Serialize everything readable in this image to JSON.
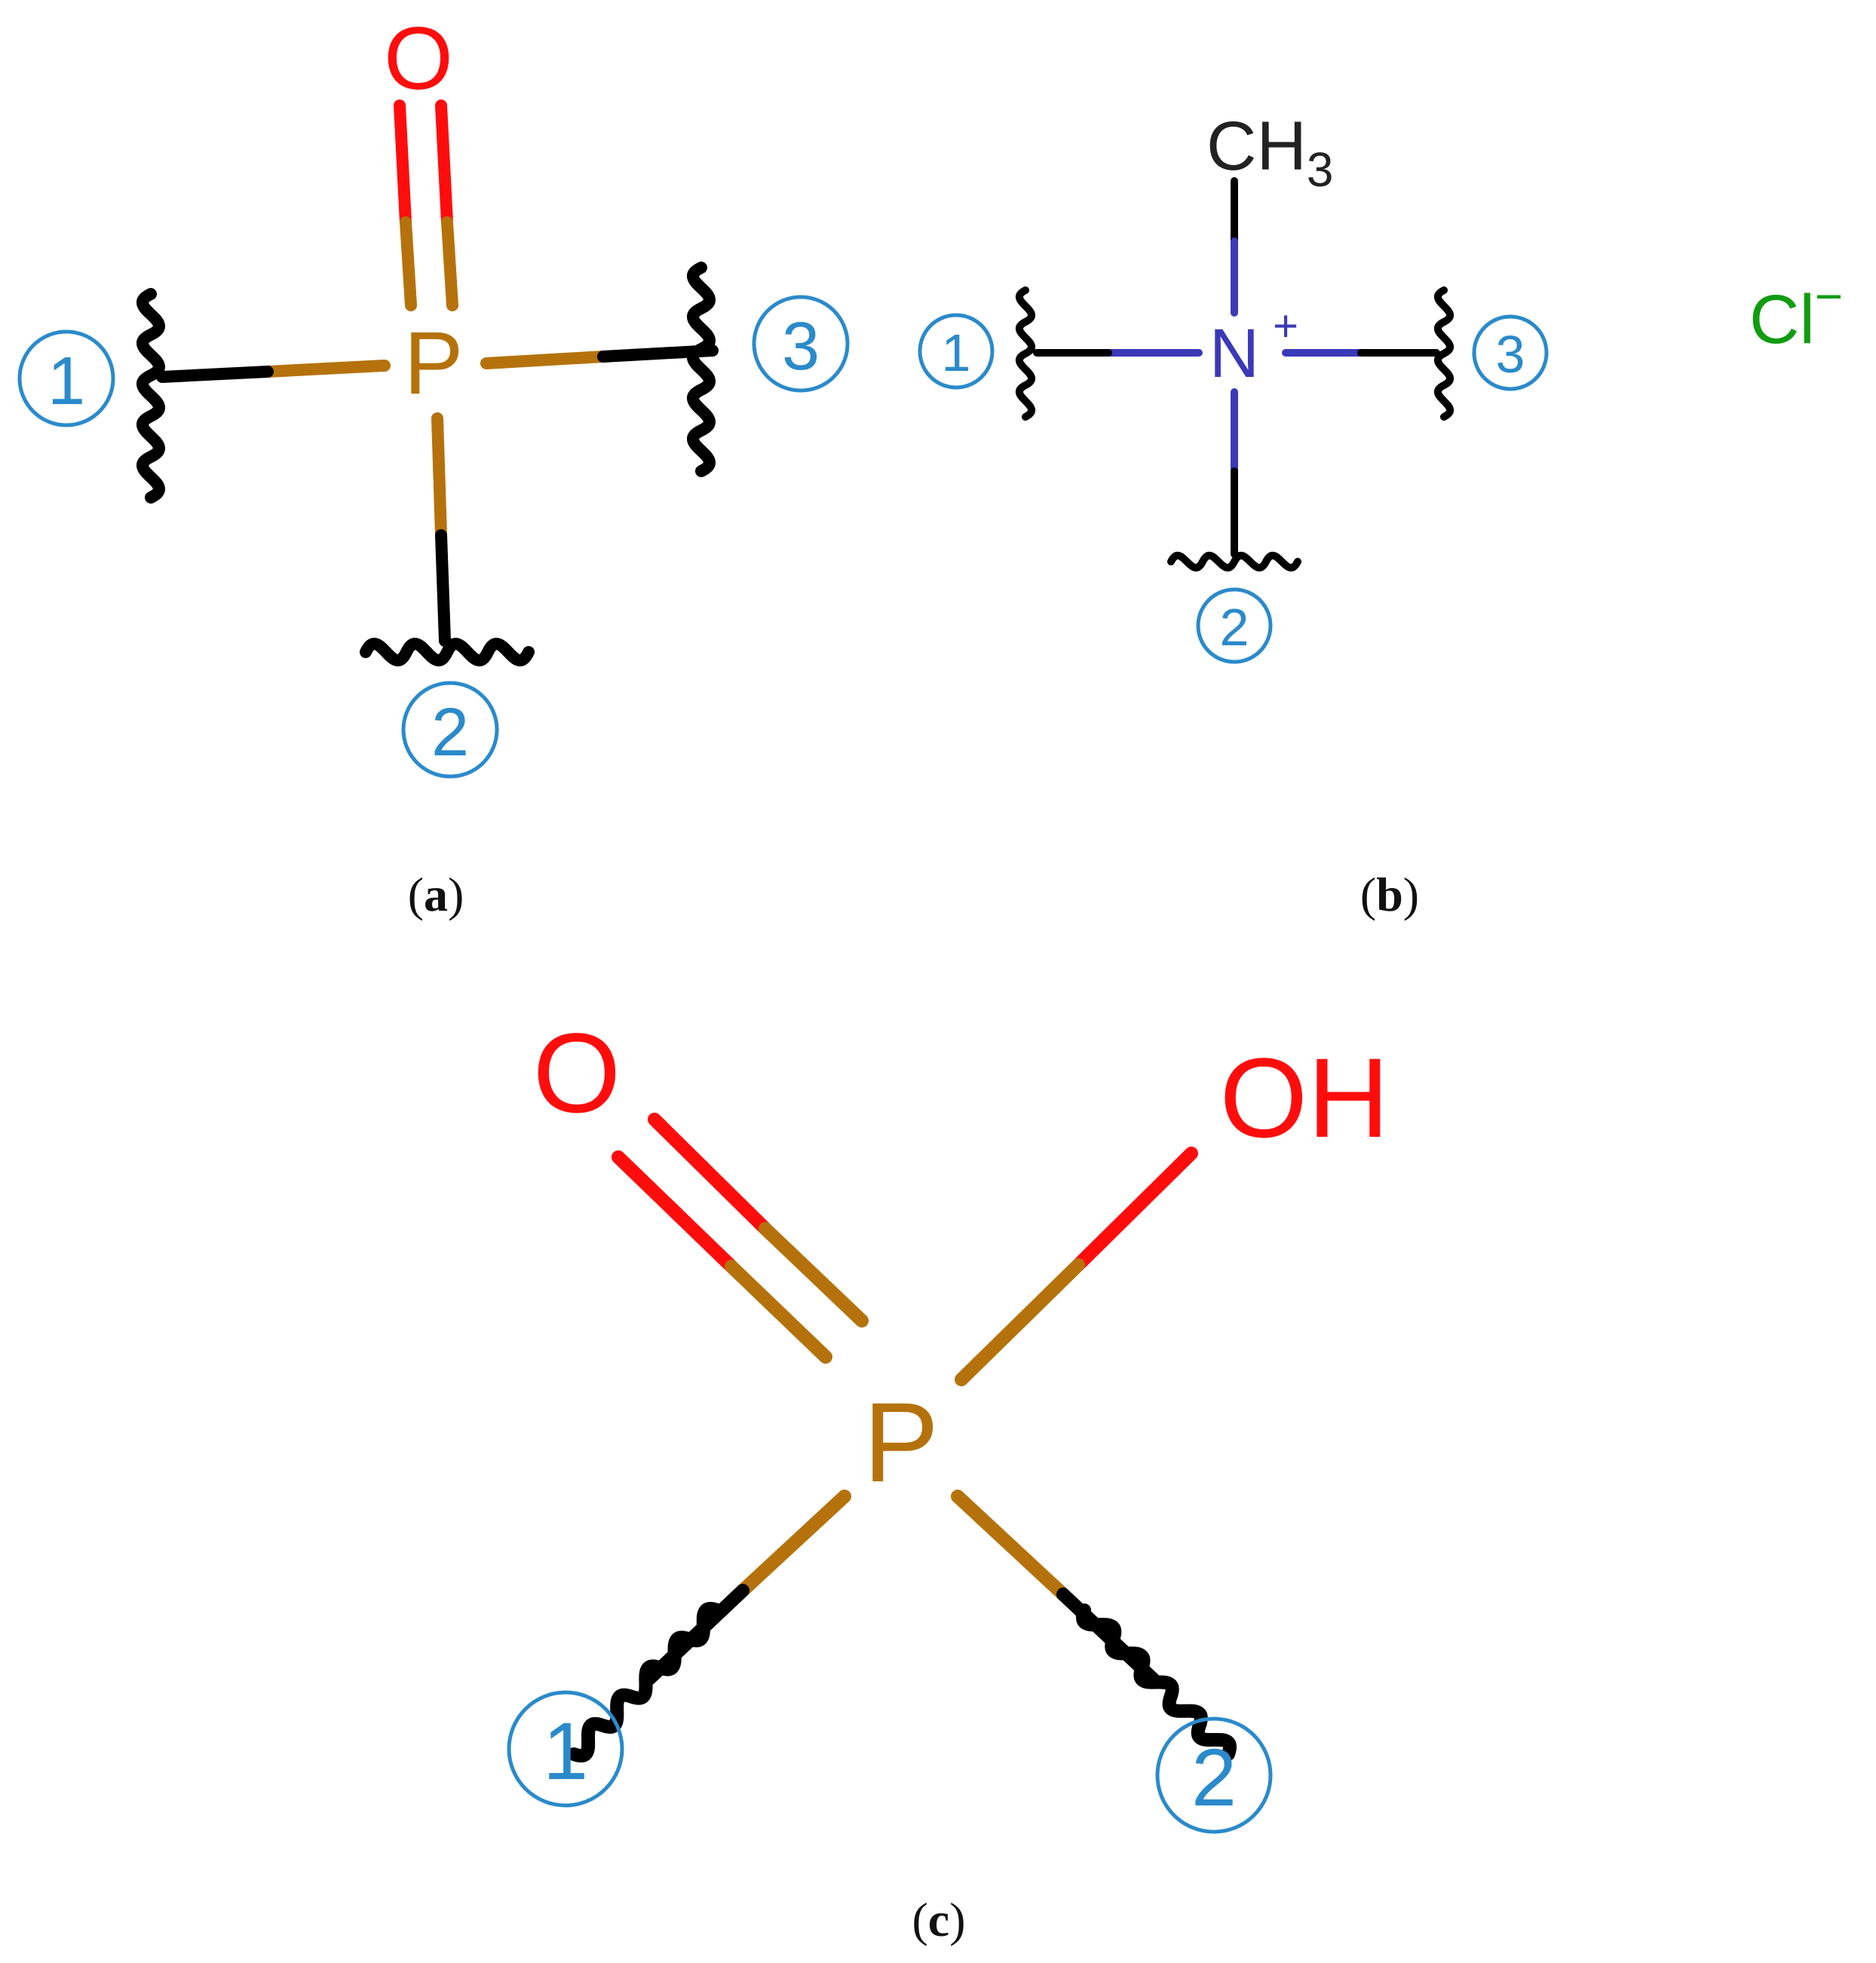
{
  "colors": {
    "phosphorus": "#B5720C",
    "oxygen": "#FF0D0D",
    "nitrogen": "#3A3AB8",
    "chlorine": "#119C11",
    "carbon": "#222222",
    "bond_black": "#000000",
    "site_number": "#2A8ACB"
  },
  "panels": {
    "a": {
      "caption_open": "(",
      "caption_letter": "a",
      "caption_close": ")",
      "oxygen": "O",
      "phosphorus": "P",
      "sites": [
        "1",
        "2",
        "3"
      ]
    },
    "b": {
      "caption_open": "(",
      "caption_letter": "b",
      "caption_close": ")",
      "methyl_main": "CH",
      "methyl_sub": "3",
      "nitrogen": "N",
      "charge": "+",
      "chloride": "Cl",
      "chloride_charge": "−",
      "sites": [
        "1",
        "2",
        "3"
      ]
    },
    "c": {
      "caption_open": "(",
      "caption_letter": "c",
      "caption_close": ")",
      "oxygen": "O",
      "hydroxyl": "OH",
      "phosphorus": "P",
      "sites": [
        "1",
        "2"
      ]
    }
  }
}
